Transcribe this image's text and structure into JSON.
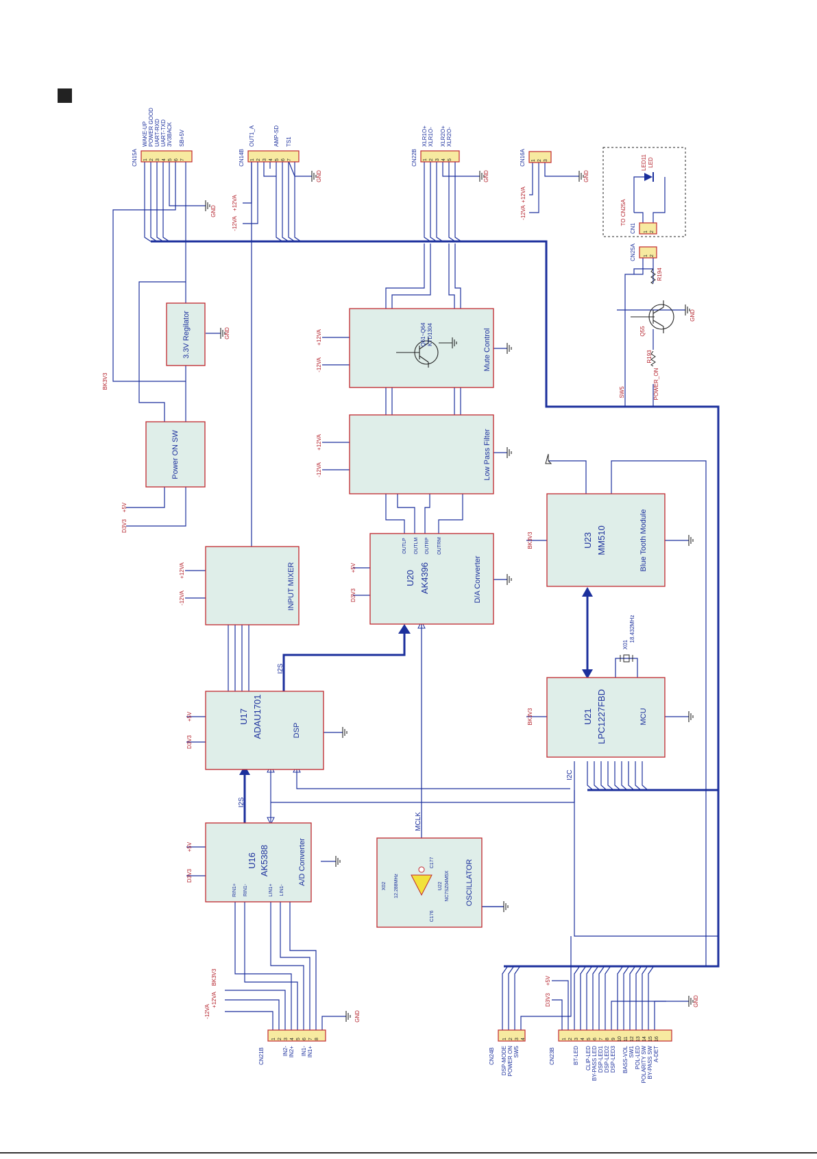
{
  "colors": {
    "wire": "#1b2f9c",
    "bus": "#1b2f9c",
    "block_fill": "#dfeee9",
    "block_border": "#c0272d",
    "label_red": "#b3202a",
    "label_blue": "#1b2f9c",
    "connector_fill": "#f7eaa0",
    "led_blue": "#1b2f9c",
    "osc_yellow": "#f2e23a"
  },
  "blocks": {
    "regulator": {
      "name": "3.3V Regilator"
    },
    "power_on_sw": {
      "name": "Power ON SW"
    },
    "input_mixer": {
      "name": "INPUT MIXER"
    },
    "dsp": {
      "ref": "U17",
      "part": "ADAU1701",
      "func": "DSP"
    },
    "adc": {
      "ref": "U16",
      "part": "AK5388",
      "func": "A/D Converter",
      "pins": [
        "RIN1+",
        "RIN1-",
        "LIN1+",
        "LIN1-"
      ]
    },
    "mute": {
      "name": "Mute Control",
      "transistor": "Q61~Q64",
      "transistor_part": "KTD1304"
    },
    "lpf": {
      "name": "Low Pass Filter"
    },
    "dac": {
      "ref": "U20",
      "part": "AK4396",
      "func": "D/A Converter",
      "pins": [
        "OUTLP",
        "OUTLM",
        "OUTRP",
        "OUTRM"
      ]
    },
    "osc": {
      "name": "OSCILLATOR",
      "crystal": "X02",
      "crystal_freq": "12.288MHz",
      "ic": "U22",
      "ic_part": "NC7SZ04M5X",
      "cap1": "C177",
      "cap2": "C176"
    },
    "bt": {
      "ref": "U23",
      "part": "MM510",
      "func": "Blue Tooth Module"
    },
    "mcu": {
      "ref": "U21",
      "part": "LPC1227FBD",
      "func": "MCU",
      "crystal": "X01",
      "crystal_freq": "18.432MHz"
    }
  },
  "signals": {
    "i2s": "I2S",
    "i2c": "I2C",
    "mclk": "MCLK"
  },
  "rails": {
    "p12": "+12VA",
    "m12": "-12VA",
    "p5": "+5V",
    "d3v3": "D3V3",
    "bk3v3": "BK3V3",
    "gnd": "GND"
  },
  "connectors": {
    "cn15a": {
      "ref": "CN15A",
      "pins": [
        "1",
        "2",
        "3",
        "4",
        "5",
        "6",
        "7"
      ],
      "labels": [
        "WAKE-UP",
        "POWER GOOD",
        "UART-RXD",
        "UART-TXD",
        "3V3BACK",
        "",
        "SB+5V"
      ]
    },
    "cn14b": {
      "ref": "CN14B",
      "pins": [
        "1",
        "2",
        "3",
        "4",
        "5",
        "6",
        "7"
      ],
      "labels": [
        "OUT1_A",
        "",
        "",
        "",
        "AMP-SD",
        "",
        "TS1"
      ]
    },
    "cn22b": {
      "ref": "CN22B",
      "pins": [
        "1",
        "2",
        "3",
        "4",
        "5"
      ],
      "labels": [
        "XLR1O+",
        "XLR1O-",
        "",
        "XLR2O+",
        "XLR2O-"
      ]
    },
    "cn16a": {
      "ref": "CN16A",
      "pins": [
        "1",
        "2",
        "3"
      ]
    },
    "cn1": {
      "ref": "CN1",
      "pins": [
        "1",
        "2"
      ],
      "note": "TO CN25A"
    },
    "cn25a": {
      "ref": "CN25A",
      "pins": [
        "1",
        "2"
      ]
    },
    "cn21b": {
      "ref": "CN21B",
      "pins": [
        "1",
        "2",
        "3",
        "4",
        "5",
        "6",
        "7",
        "8"
      ],
      "labels": [
        "",
        "",
        "IN2-",
        "IN2+",
        "",
        "IN1-",
        "IN1+",
        ""
      ]
    },
    "cn24b": {
      "ref": "CN24B",
      "pins": [
        "1",
        "2",
        "3",
        "4"
      ],
      "labels": [
        "DSP-MODE",
        "POWER ON",
        "SW5",
        ""
      ]
    },
    "cn23b": {
      "ref": "CN23B",
      "pins": [
        "1",
        "2",
        "3",
        "4",
        "5",
        "6",
        "7",
        "8",
        "9",
        "10",
        "11",
        "12",
        "13",
        "14",
        "15",
        "16"
      ],
      "labels": [
        "",
        "",
        "BT-LED",
        "",
        "CLIP-LED",
        "BY-PASS LED",
        "DSP-LED1",
        "DSP-LED2",
        "DSP-LED3",
        "",
        "BASS-VOL",
        "SW1",
        "POL-LED",
        "POLARITY SW",
        "BY-PASS SW",
        "A-DET"
      ]
    }
  },
  "parts": {
    "led": "LED11",
    "led_word": "LED",
    "r194": "R194",
    "r193": "R193",
    "q55": "Q55",
    "sw5": "SW5",
    "power_on": "POWER_ON"
  }
}
